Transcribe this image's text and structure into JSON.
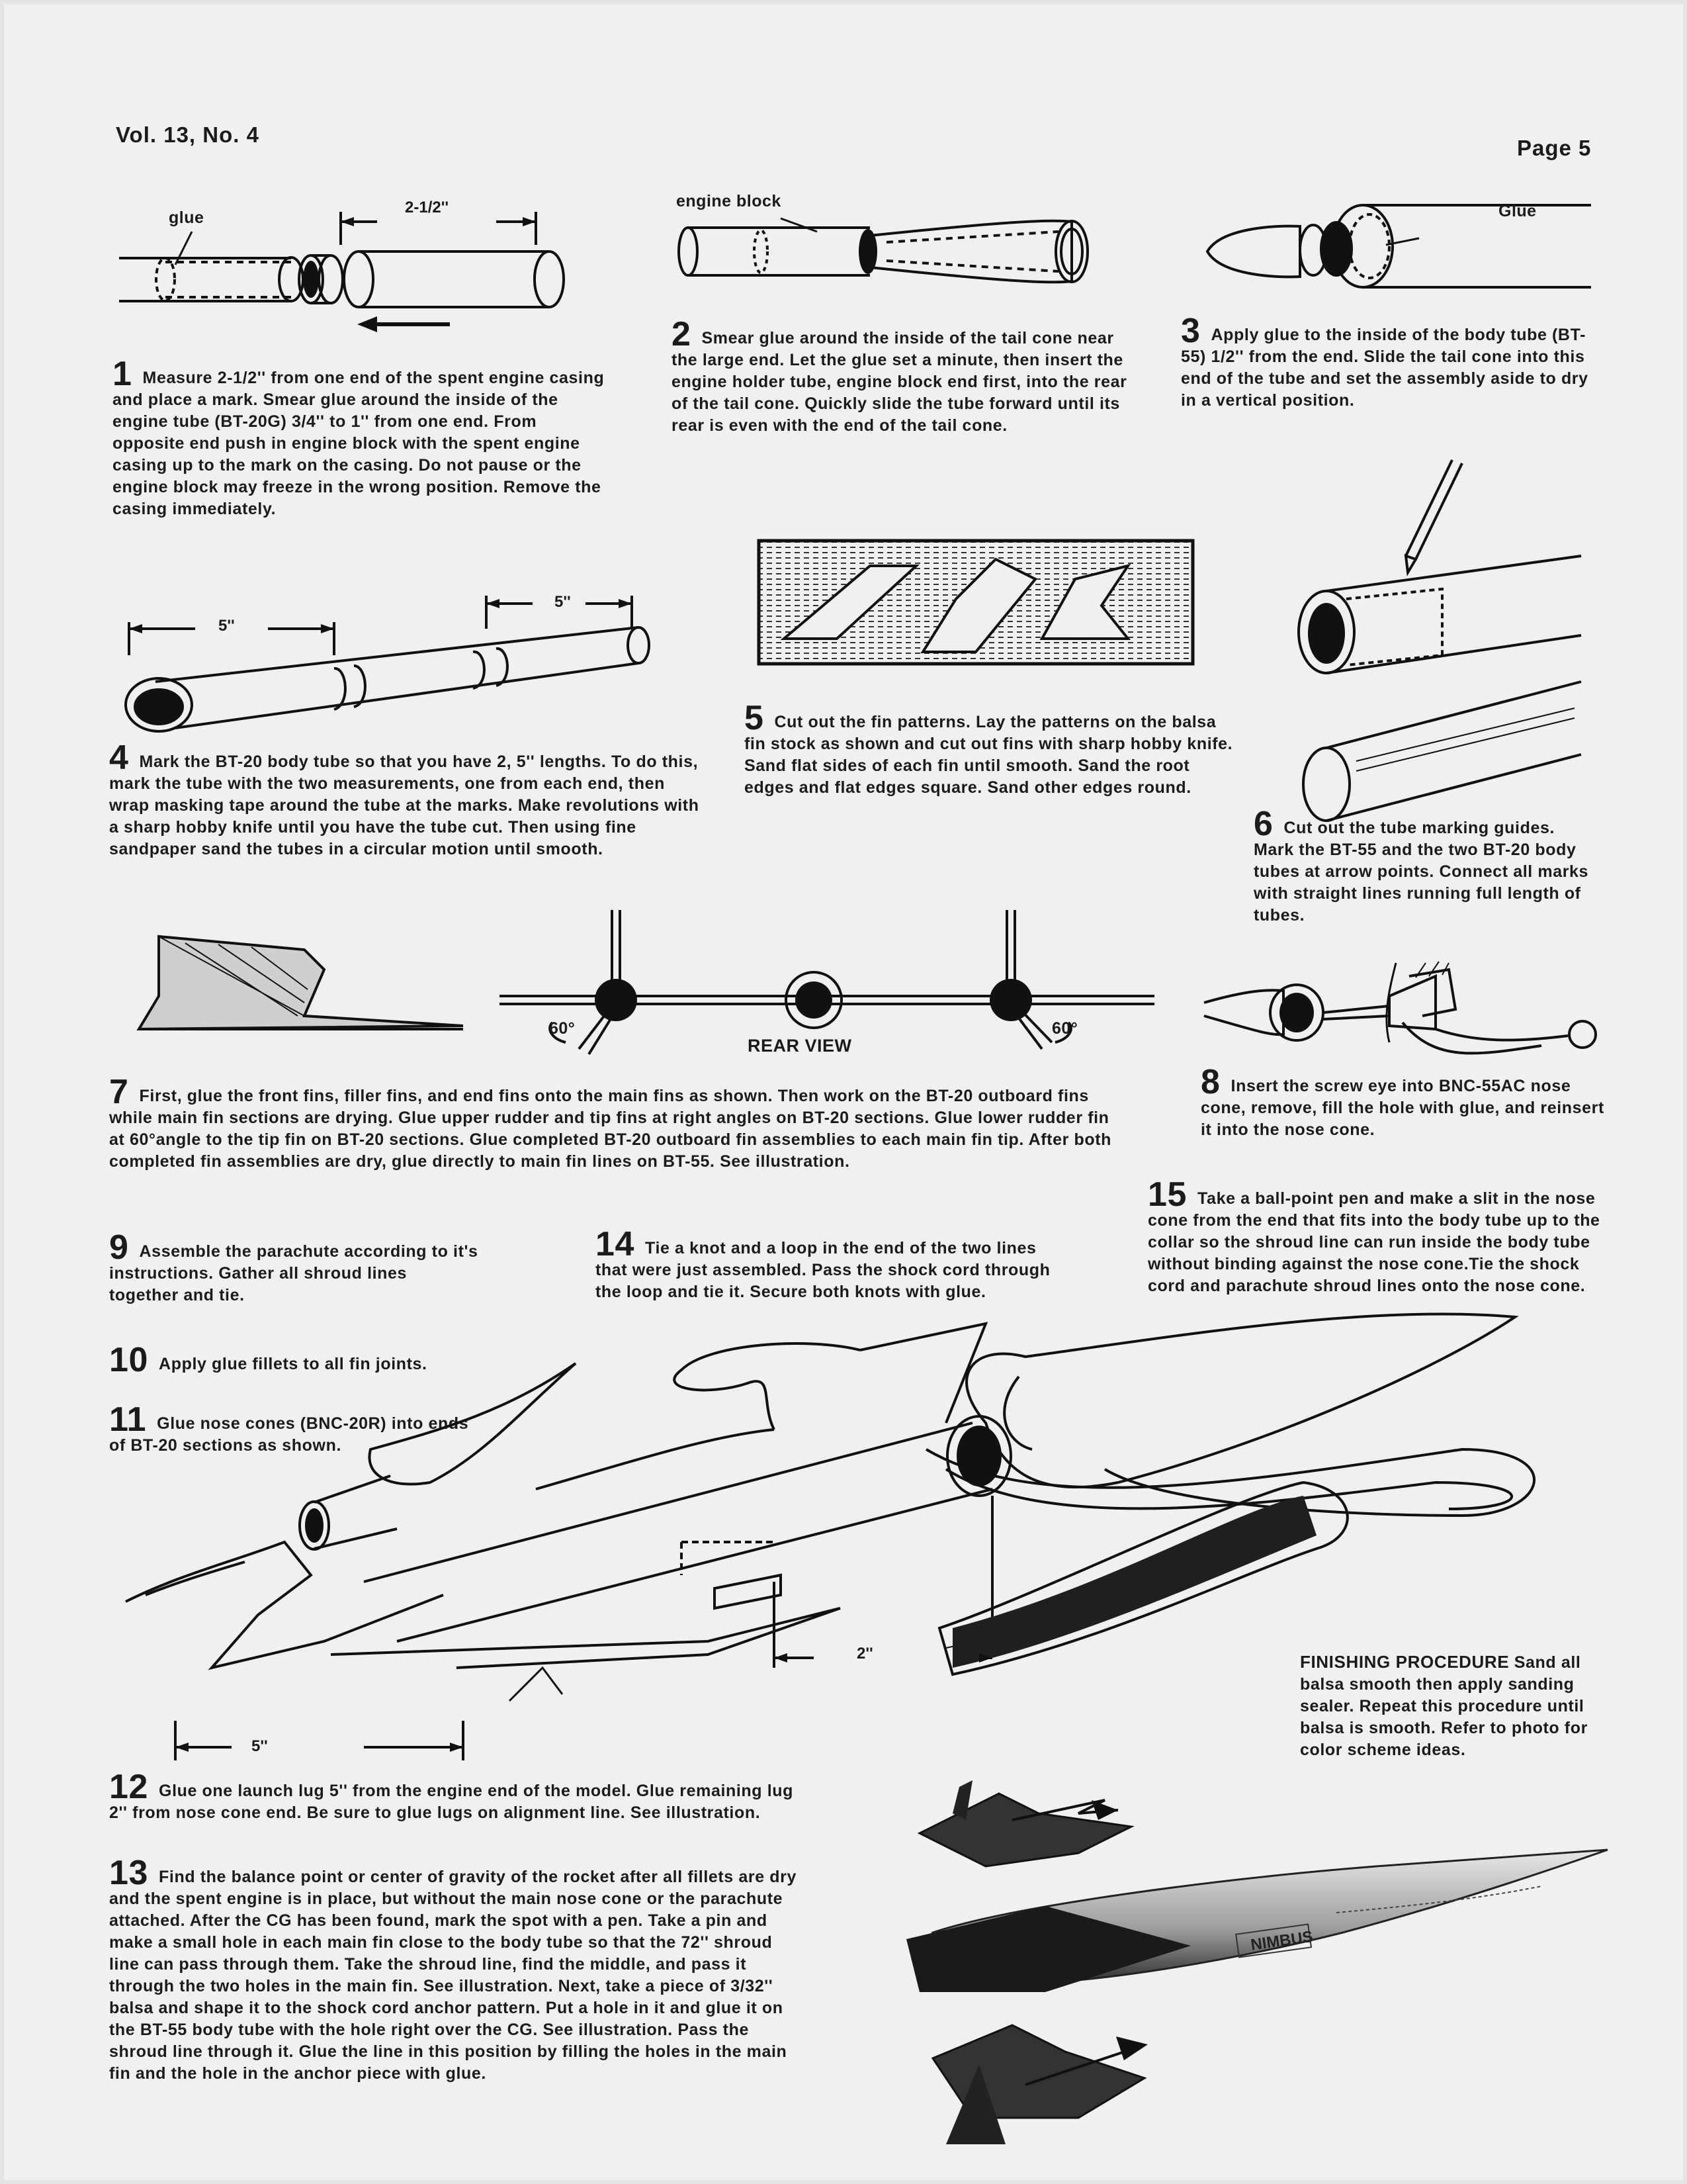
{
  "header": {
    "volume": "Vol. 13, No. 4",
    "page": "Page 5"
  },
  "labels": {
    "glue": "glue",
    "dim_2_half": "2-1/2''",
    "engine_block": "engine block",
    "glue_cap": "Glue",
    "dim_5_a": "5''",
    "dim_5_b": "5''",
    "rear_view": "REAR VIEW",
    "angle_left": "60°",
    "angle_right": "60°",
    "dim_2": "2''",
    "dim_5_lug": "5''",
    "nimbus": "NIMBUS"
  },
  "steps": [
    {
      "num": "1",
      "text": "Measure 2-1/2'' from one end of the spent engine casing and place a mark. Smear glue around the inside of the engine tube (BT-20G) 3/4'' to 1'' from one end. From opposite end push in engine block with the spent engine casing up to the mark on the casing. Do not pause or the engine block may freeze in the wrong position. Remove the casing immediately."
    },
    {
      "num": "2",
      "text": "Smear glue around the inside of the tail cone near the large end. Let the glue set a minute, then insert the engine holder tube, engine block end first, into the rear of the tail cone. Quickly slide the tube forward until its rear is even with the end of the tail cone."
    },
    {
      "num": "3",
      "text": "Apply glue to the inside of the body tube (BT-55) 1/2'' from the end. Slide the tail cone into this end of the tube and set the assembly aside to dry in a vertical position."
    },
    {
      "num": "4",
      "text": "Mark the BT-20 body tube so that you have 2, 5'' lengths. To do this, mark the tube with the two measurements, one from each end, then wrap masking tape around the tube at the marks. Make revolutions with a sharp hobby knife until you have the tube cut. Then using fine sandpaper sand the tubes in a circular motion until smooth."
    },
    {
      "num": "5",
      "text": "Cut out the fin patterns. Lay the patterns on the balsa fin stock as shown and cut out fins with sharp hobby knife. Sand flat sides of each fin until smooth. Sand the root edges and flat edges square. Sand other edges round."
    },
    {
      "num": "6",
      "text": "Cut out the tube marking guides. Mark the BT-55 and the two BT-20 body tubes at arrow points. Connect all marks with straight lines running full length of tubes."
    },
    {
      "num": "7",
      "text": "First, glue the front fins, filler fins, and end fins onto the main fins as shown. Then work on the BT-20 outboard fins while main fin sections are drying. Glue upper rudder and tip fins at right angles on BT-20 sections. Glue lower rudder fin at 60°angle to the tip fin on BT-20 sections. Glue completed BT-20 outboard fin assemblies to each main fin tip. After both completed fin assemblies are dry, glue directly to main fin lines on BT-55. See illustration."
    },
    {
      "num": "8",
      "text": "Insert the screw eye into BNC-55AC nose cone, remove, fill the hole with glue, and reinsert it into the nose cone."
    },
    {
      "num": "9",
      "text": "Assemble the parachute according to it's instructions. Gather all shroud lines together and tie."
    },
    {
      "num": "10",
      "text": "Apply glue fillets to all fin joints."
    },
    {
      "num": "11",
      "text": "Glue nose cones (BNC-20R) into ends of BT-20 sections as shown."
    },
    {
      "num": "12",
      "text": "Glue one launch lug 5'' from the engine end of the model. Glue remaining lug 2'' from nose cone end. Be sure to glue lugs on alignment line. See illustration."
    },
    {
      "num": "13",
      "text": "Find the balance point or center of gravity of the rocket after all fillets are dry and the spent engine is in place, but without the main nose cone or the parachute attached. After the CG has been found, mark the spot with a pen. Take a pin and make a small hole in each main fin close to the body tube so that the 72'' shroud line can pass through them. Take the shroud line, find the middle, and pass it through the two holes in the main fin. See illustration. Next, take a piece of 3/32'' balsa and shape it to the shock cord anchor pattern. Put a hole in it and glue it on the BT-55 body tube with the hole right over the CG. See illustration. Pass the shroud line through it. Glue the line in this position by filling the holes in the main fin and the hole in the anchor piece with glue."
    },
    {
      "num": "14",
      "text": "Tie a knot and a loop in the end of the two lines that were just assembled. Pass the shock cord through the loop and tie it. Secure both knots with glue."
    },
    {
      "num": "15",
      "text": "Take a ball-point pen and make a slit in the nose cone from the end that fits into the body tube up to the collar so the shroud line can run inside the body tube without binding against the nose cone.Tie the shock cord and parachute shroud lines onto the nose cone."
    }
  ],
  "finishing": {
    "title": "FINISHING PROCEDURE",
    "text": "Sand all balsa smooth then apply sanding sealer. Repeat this procedure until balsa is smooth. Refer to photo for color scheme ideas."
  }
}
